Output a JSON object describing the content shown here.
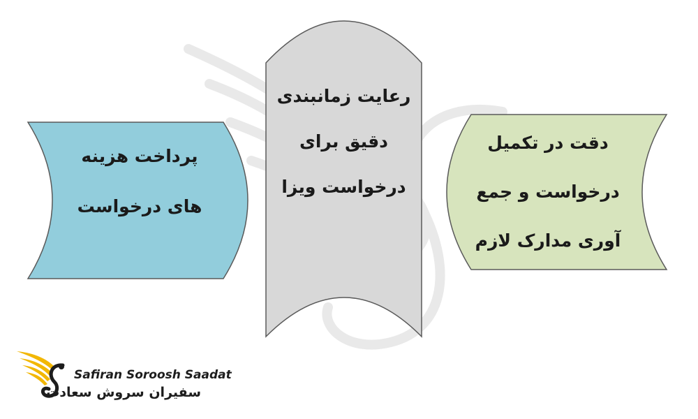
{
  "diagram": {
    "boxes": [
      {
        "id": "payment",
        "lines": [
          "پرداخت هزینه",
          "های درخواست"
        ],
        "fill": "#92cddc",
        "stroke": "#5a5a5a"
      },
      {
        "id": "schedule",
        "lines": [
          "رعایت زمانبندی",
          "دقیق برای",
          "درخواست ویزا"
        ],
        "fill": "#d8d8d8",
        "stroke": "#5a5a5a"
      },
      {
        "id": "accuracy",
        "lines": [
          "دقت در تکمیل",
          "درخواست و جمع",
          "آوری مدارک لازم"
        ],
        "fill": "#d7e4bd",
        "stroke": "#5a5a5a"
      }
    ]
  },
  "brand": {
    "name_en": "Safiran Soroosh Saadat",
    "name_fa": "سفیران سروش سعادت",
    "logo_color": "#f2b705",
    "logo_dark": "#1d1d1d"
  }
}
